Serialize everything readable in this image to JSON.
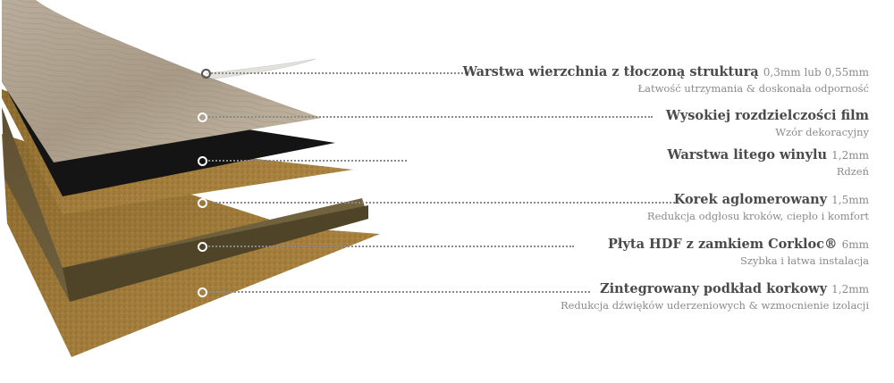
{
  "diagram": {
    "subject": "Cork-backed vinyl floor plank layer cross-section",
    "layers": [
      {
        "title": "Warstwa wierzchnia z tłoczoną strukturą",
        "spec": "0,3mm lub 0,55mm",
        "description": "Łatwość utrzymania & doskonała odporność",
        "color": "#d9d6d0"
      },
      {
        "title": "Wysokiej rozdzielczości film",
        "spec": "",
        "description": "Wzór dekoracyjny",
        "color": "#a89a86"
      },
      {
        "title": "Warstwa litego winylu",
        "spec": "1,2mm",
        "description": "Rdzeń",
        "color": "#111111"
      },
      {
        "title": "Korek aglomerowany",
        "spec": "1,5mm",
        "description": "Redukcja odgłosu kroków, ciepło i komfort",
        "color": "#a07a3a"
      },
      {
        "title": "Płyta HDF z zamkiem Corkloc®",
        "spec": "6mm",
        "description": "Szybka i łatwa instalacja",
        "color": "#6e5f3c"
      },
      {
        "title": "Zintegrowany podkład korkowy",
        "spec": "1,2mm",
        "description": "Redukcja dźwięków uderzeniowych & wzmocnienie izolacji",
        "color": "#a47a34"
      }
    ]
  }
}
